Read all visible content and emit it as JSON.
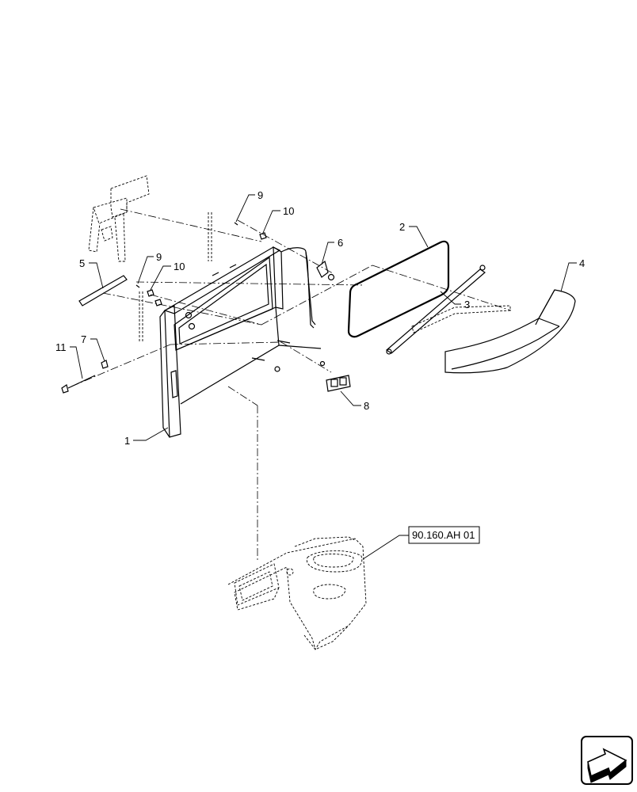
{
  "callouts": [
    {
      "id": "c1",
      "text": "1"
    },
    {
      "id": "c2",
      "text": "2"
    },
    {
      "id": "c3",
      "text": "3"
    },
    {
      "id": "c4",
      "text": "4"
    },
    {
      "id": "c5",
      "text": "5"
    },
    {
      "id": "c6",
      "text": "6"
    },
    {
      "id": "c7",
      "text": "7"
    },
    {
      "id": "c8",
      "text": "8"
    },
    {
      "id": "c9a",
      "text": "9"
    },
    {
      "id": "c9b",
      "text": "9"
    },
    {
      "id": "c10a",
      "text": "10"
    },
    {
      "id": "c10b",
      "text": "10"
    },
    {
      "id": "c11",
      "text": "11"
    }
  ],
  "reference": {
    "text": "90.160.AH 01"
  },
  "nav_icon": "navigation-arrow-icon"
}
